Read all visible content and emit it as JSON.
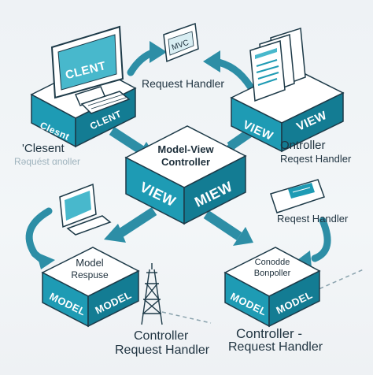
{
  "client": {
    "screen_text": "CLENT",
    "face_left": "Clesnt",
    "face_right": "CLENT",
    "caption_main": "'Clesent",
    "caption_sub": "Rəquést ɑnoller"
  },
  "mvc_card": {
    "text": "MVC"
  },
  "request_handler_top": "Request Handler",
  "view_block": {
    "face_left": "VIEW",
    "face_right": "VIEW",
    "caption_main": "Ontroller",
    "caption_sub": "Reqest Handler"
  },
  "center_block": {
    "title_line1": "Model-View",
    "title_line2": "Controller",
    "face_left": "VIEW",
    "face_right": "MIEW"
  },
  "request_handler_right": "Reqest Handler",
  "model_left": {
    "title_line1": "Model",
    "title_line2": "Respuse",
    "face_left": "MODEL",
    "face_right": "MODEL"
  },
  "model_right": {
    "title_line1": "Conodde",
    "title_line2": "Bonpoller",
    "face_left": "MODEL",
    "face_right": "MODEL"
  },
  "caption_bottom_center": {
    "line1": "Controller",
    "line2": "Request Handler"
  },
  "caption_bottom_right": {
    "line1": "Controller -",
    "line2": "Request Handler"
  },
  "colors": {
    "teal": "#1e9bb4",
    "teal_dark": "#137c93",
    "teal_light": "#48b8cc",
    "top": "#ffffff",
    "outline": "#1d3a48",
    "background": "#eef2f5"
  }
}
